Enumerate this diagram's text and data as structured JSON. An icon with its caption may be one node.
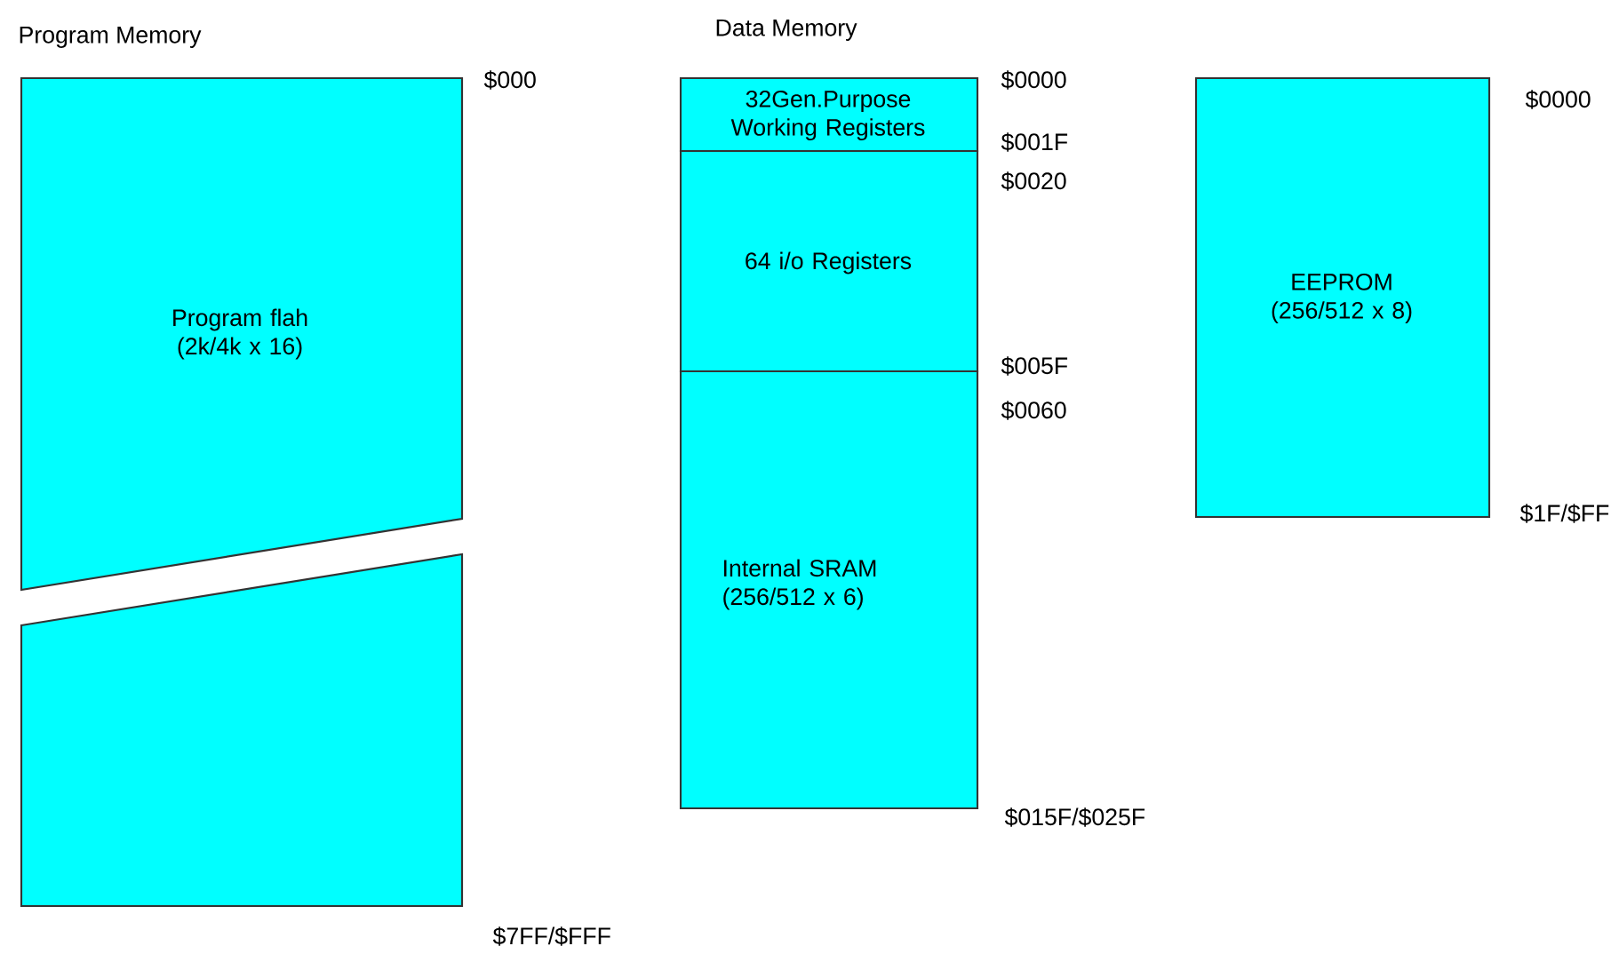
{
  "diagram": {
    "nodes": [
      {
        "text": [
          "Program flah (2k/4k x 16)"
        ]
      },
      {
        "text": [],
        "shape": "box"
      },
      {
        "text": [
          "32Gen.Purpose Working Registers"
        ]
      },
      {
        "text": [
          "64 i/o Registers"
        ]
      },
      {
        "text": [
          "Internal SRAM (256/512 x 6)"
        ]
      },
      {
        "text": [
          "EEPROM (256/512 x 8)"
        ]
      }
    ],
    "labels": [
      "Program Memory",
      "Data Memory",
      "$000",
      "$0000",
      "$0000",
      "$001F",
      "$0020",
      "$005F",
      "$0060",
      "$1F/$FF",
      "$015F/$025F",
      "$7FF/$FFF"
    ]
  }
}
